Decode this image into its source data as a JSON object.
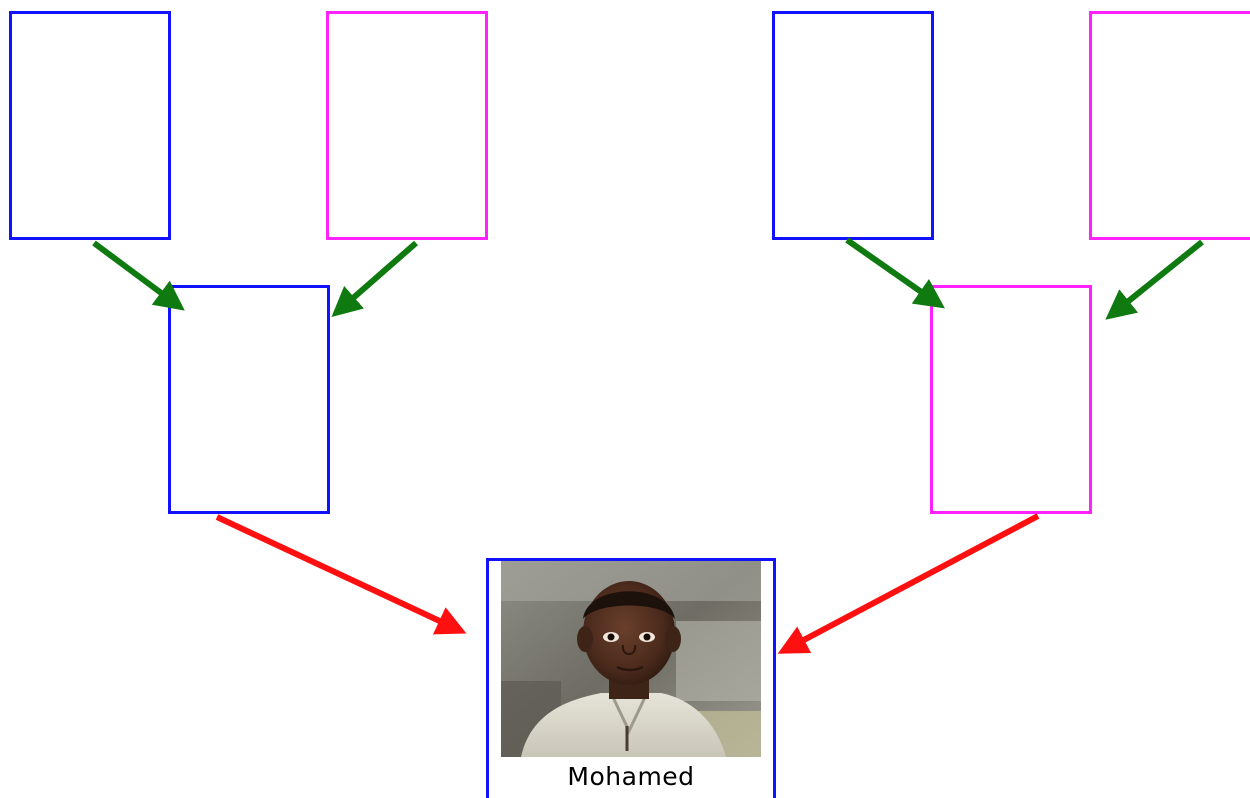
{
  "colors": {
    "male": "#1212ff",
    "female": "#ff22ff",
    "grandparent_arrow": "#0f7a0f",
    "parent_arrow": "#ff1010"
  },
  "tree": {
    "child": {
      "name": "Mohamed",
      "photo_icon": "child-portrait-photo"
    },
    "parents": [
      {
        "role": "father",
        "name": ""
      },
      {
        "role": "mother",
        "name": ""
      }
    ],
    "grandparents": [
      {
        "role": "paternal-grandfather",
        "name": ""
      },
      {
        "role": "paternal-grandmother",
        "name": ""
      },
      {
        "role": "maternal-grandfather",
        "name": ""
      },
      {
        "role": "maternal-grandmother",
        "name": ""
      }
    ]
  }
}
